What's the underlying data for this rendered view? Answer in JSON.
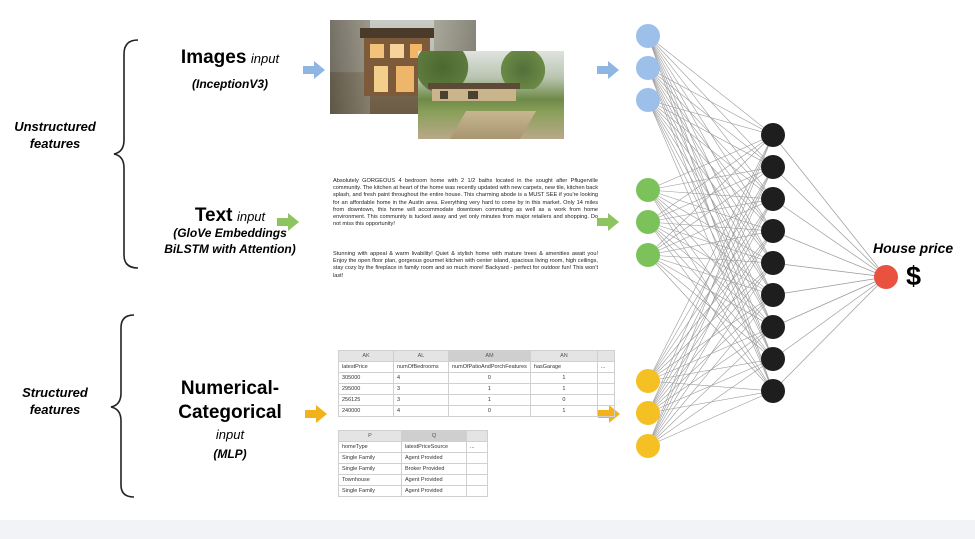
{
  "groups": {
    "unstructured": "Unstructured\nfeatures",
    "structured": "Structured\nfeatures"
  },
  "inputs": {
    "images": {
      "title": "Images",
      "suffix": "input",
      "model": "(InceptionV3)"
    },
    "text": {
      "title": "Text",
      "suffix": "input",
      "model_line1": "(GloVe Embeddings",
      "model_line2": "BiLSTM with Attention)"
    },
    "numcat": {
      "title_line1": "Numerical-",
      "title_line2": "Categorical",
      "suffix": "input",
      "model": "(MLP)"
    }
  },
  "listing_text": {
    "para1": "Absolutely GORGEOUS 4 bedroom home with 2 1/2 baths located in the sought after Pflugerville community. The kitchen at heart of the home was recently updated with new carpets, new tile, kitchen back splash, and fresh paint throughout the entire house. This charming abode is a MUST SEE if you're looking for an affordable home in the Austin area. Everything very hard to come by in this market. Only 14 miles from downtown, this home will accommodate downtown commuting as well as a work from home environment. This community is tucked away and yet only minutes from major retailers and shopping. Do not miss this opportunity!",
    "para2": "Stunning with appeal & warm livability! Quiet & stylish home with mature trees & amenities await you! Enjoy the open floor plan, gorgeous gourmet kitchen with center island, spacious living room, high ceilings, stay cozy by the fireplace in family room and so much more! Backyard - perfect for outdoor fun! This won't last!"
  },
  "sheet1": {
    "headers": [
      "AK",
      "AL",
      "AM",
      "AN",
      ""
    ],
    "rows": [
      [
        "latestPrice",
        "numOfBedrooms",
        "numOfPatioAndPorchFeatures",
        "hasGarage",
        "..."
      ],
      [
        "305000",
        "4",
        "0",
        "1",
        ""
      ],
      [
        "295000",
        "3",
        "1",
        "1",
        ""
      ],
      [
        "256125",
        "3",
        "1",
        "0",
        ""
      ],
      [
        "240000",
        "4",
        "0",
        "1",
        ""
      ]
    ]
  },
  "sheet2": {
    "headers": [
      "P",
      "Q",
      ""
    ],
    "rows": [
      [
        "homeType",
        "latestPriceSource",
        "..."
      ],
      [
        "Single Family",
        "Agent Provided",
        ""
      ],
      [
        "Single Family",
        "Broker Provided",
        ""
      ],
      [
        "Townhouse",
        "Agent Provided",
        ""
      ],
      [
        "Single Family",
        "Agent Provided",
        ""
      ]
    ]
  },
  "output": {
    "label": "House price",
    "symbol": "$"
  },
  "colors": {
    "images": "#9cc0ea",
    "text": "#7cc25a",
    "numcat": "#f5c024",
    "hidden": "#1e1e1e",
    "output": "#e8523f",
    "arrow_images": "#8fb5e2",
    "arrow_text": "#8cc560",
    "arrow_numcat": "#f1b21c"
  },
  "network": {
    "input_groups": [
      "images",
      "text",
      "numcat"
    ],
    "nodes_per_group": 3,
    "hidden_nodes": 9,
    "output_nodes": 1
  }
}
